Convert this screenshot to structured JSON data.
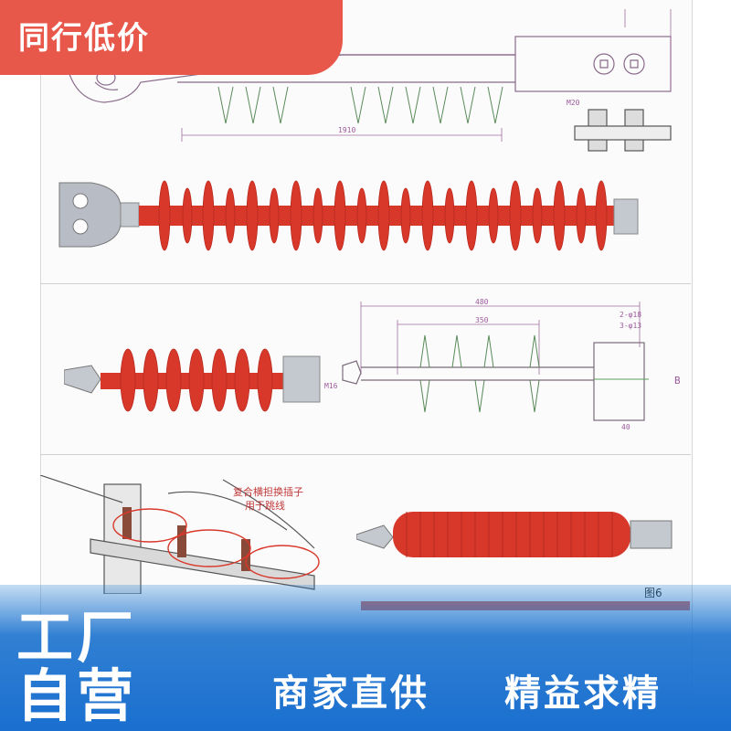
{
  "badge": {
    "label": "同行低价"
  },
  "drawings": {
    "dim_m20": "M20",
    "dim_top_length": "1910",
    "dim_mid_total": "480",
    "dim_mid_inner": "350",
    "dim_mid_b": "B",
    "dim_slot1": "2-φ18",
    "dim_slot2": "3-φ13",
    "dim_mid_40": "40",
    "dim_left_side": "M16",
    "callout_text_line1": "复合横担换插子",
    "callout_text_line2": "用于跳线",
    "figure_label": "图6"
  },
  "footer": {
    "line1": "工厂",
    "line2": "自营",
    "slogan1": "商家直供",
    "slogan2": "精益求精"
  },
  "colors": {
    "badge_bg": "#e8584a",
    "insulator_red": "#d8382a",
    "band_blue": "#1a6fcf",
    "drawing_line": "#9c5a9c"
  }
}
